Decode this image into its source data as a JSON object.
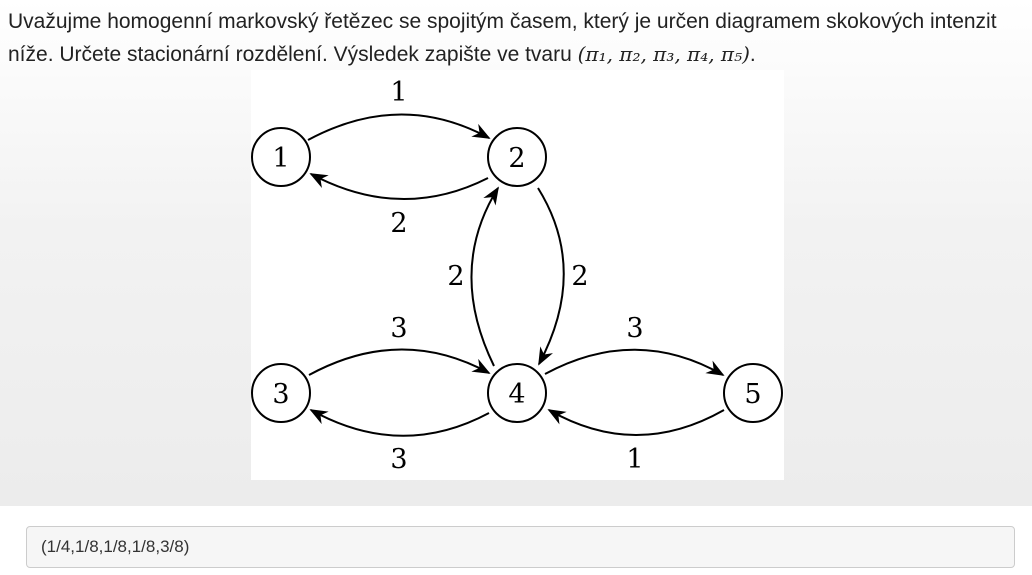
{
  "question": {
    "text": "Uvažujme homogenní markovský řetězec se spojitým časem, který je určen diagramem skokových intenzit níže. Určete stacionární rozdělení. Výsledek zapište ve tvaru ",
    "format_math": "(π₁, π₂, π₃, π₄, π₅)",
    "trailing": "."
  },
  "diagram": {
    "nodes": [
      "1",
      "2",
      "3",
      "4",
      "5"
    ],
    "edges": [
      {
        "from": "1",
        "to": "2",
        "rate": "1"
      },
      {
        "from": "2",
        "to": "1",
        "rate": "2"
      },
      {
        "from": "4",
        "to": "2",
        "rate": "2"
      },
      {
        "from": "2",
        "to": "4",
        "rate": "2"
      },
      {
        "from": "3",
        "to": "4",
        "rate": "3"
      },
      {
        "from": "4",
        "to": "3",
        "rate": "3"
      },
      {
        "from": "4",
        "to": "5",
        "rate": "3"
      },
      {
        "from": "5",
        "to": "4",
        "rate": "1"
      }
    ]
  },
  "answer": {
    "value": "(1/4,1/8,1/8,1/8,3/8)"
  }
}
